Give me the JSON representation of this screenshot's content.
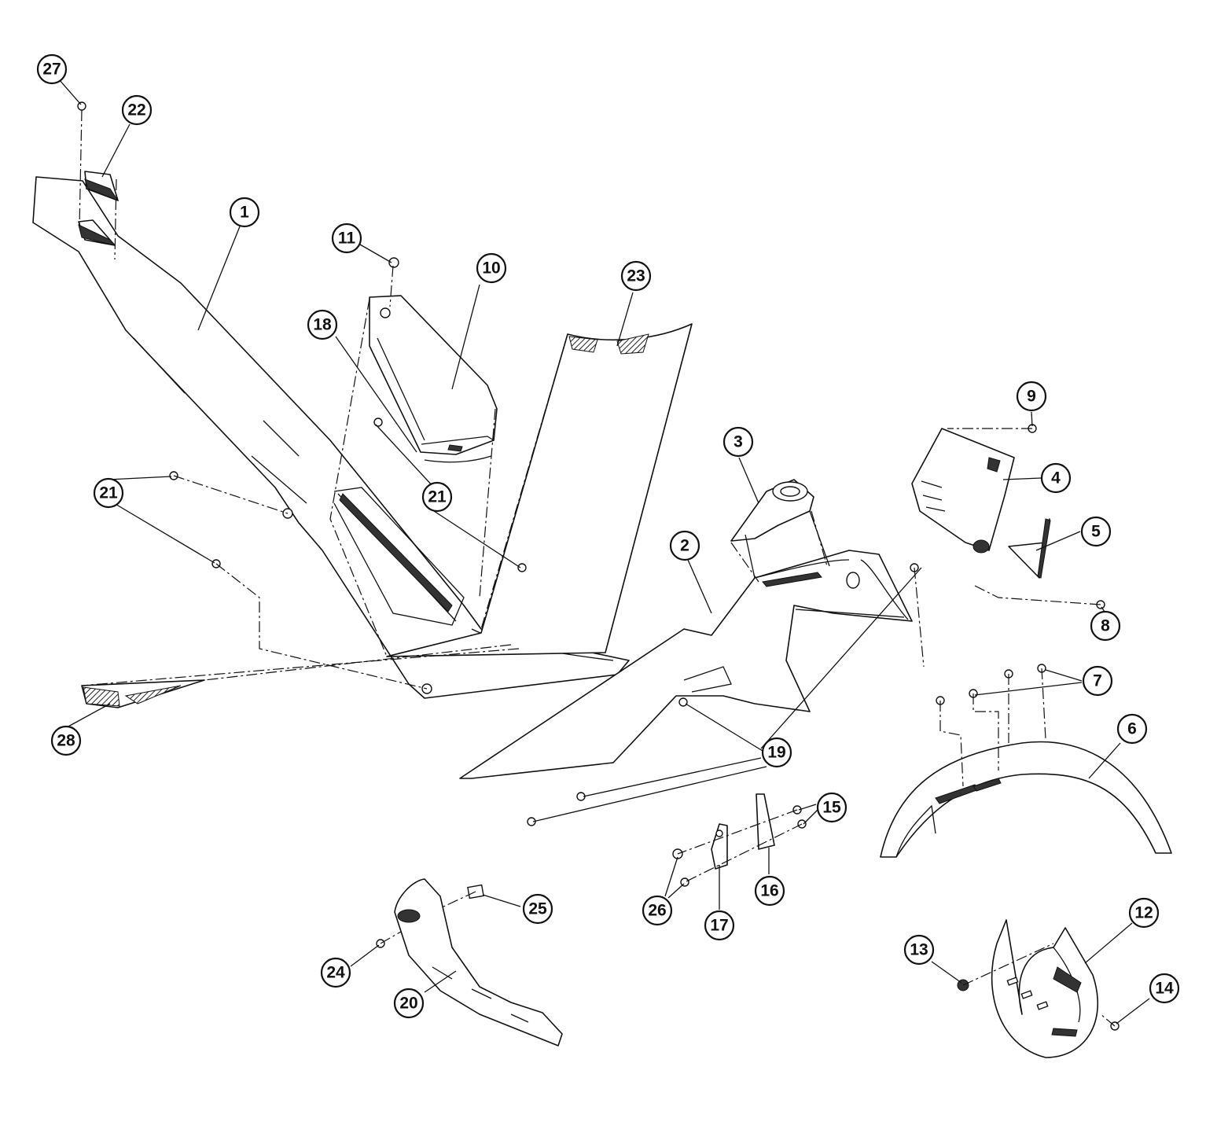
{
  "diagram": {
    "callouts": [
      {
        "id": "1",
        "label": "1"
      },
      {
        "id": "2",
        "label": "2"
      },
      {
        "id": "3",
        "label": "3"
      },
      {
        "id": "4",
        "label": "4"
      },
      {
        "id": "5",
        "label": "5"
      },
      {
        "id": "6",
        "label": "6"
      },
      {
        "id": "7",
        "label": "7"
      },
      {
        "id": "8",
        "label": "8"
      },
      {
        "id": "9",
        "label": "9"
      },
      {
        "id": "10",
        "label": "10"
      },
      {
        "id": "11",
        "label": "11"
      },
      {
        "id": "12",
        "label": "12"
      },
      {
        "id": "13",
        "label": "13"
      },
      {
        "id": "14",
        "label": "14"
      },
      {
        "id": "15",
        "label": "15"
      },
      {
        "id": "16",
        "label": "16"
      },
      {
        "id": "17",
        "label": "17"
      },
      {
        "id": "18",
        "label": "18"
      },
      {
        "id": "19",
        "label": "19"
      },
      {
        "id": "20",
        "label": "20"
      },
      {
        "id": "21a",
        "label": "21"
      },
      {
        "id": "21b",
        "label": "21"
      },
      {
        "id": "22",
        "label": "22"
      },
      {
        "id": "23",
        "label": "23"
      },
      {
        "id": "24",
        "label": "24"
      },
      {
        "id": "25",
        "label": "25"
      },
      {
        "id": "26",
        "label": "26"
      },
      {
        "id": "27",
        "label": "27"
      },
      {
        "id": "28",
        "label": "28"
      }
    ]
  }
}
